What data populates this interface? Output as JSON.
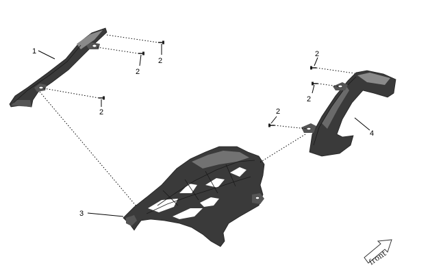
{
  "callouts": {
    "c1": "1",
    "c2a": "2",
    "c2b": "2",
    "c2c": "2",
    "c2d": "2",
    "c2e": "2",
    "c2f": "2",
    "c3": "3",
    "c4": "4"
  },
  "direction_label": "front"
}
